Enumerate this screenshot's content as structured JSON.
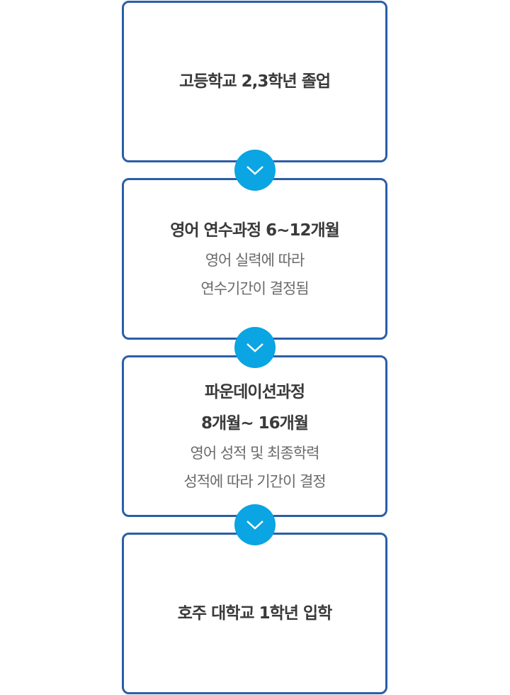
{
  "steps": [
    {
      "title": [
        "고등학교 2,3학년 졸업"
      ],
      "desc": []
    },
    {
      "title": [
        "영어 연수과정 6~12개월"
      ],
      "desc": [
        "영어 실력에 따라",
        "연수기간이 결정됨"
      ]
    },
    {
      "title": [
        "파운데이션과정",
        "8개월~ 16개월"
      ],
      "desc": [
        "영어 성적 및 최종학력",
        "성적에 따라 기간이 결정"
      ]
    },
    {
      "title": [
        "호주 대학교 1학년 입학"
      ],
      "desc": []
    }
  ],
  "colors": {
    "border": "#2b5ea7",
    "arrow": "#0aa5e2"
  }
}
